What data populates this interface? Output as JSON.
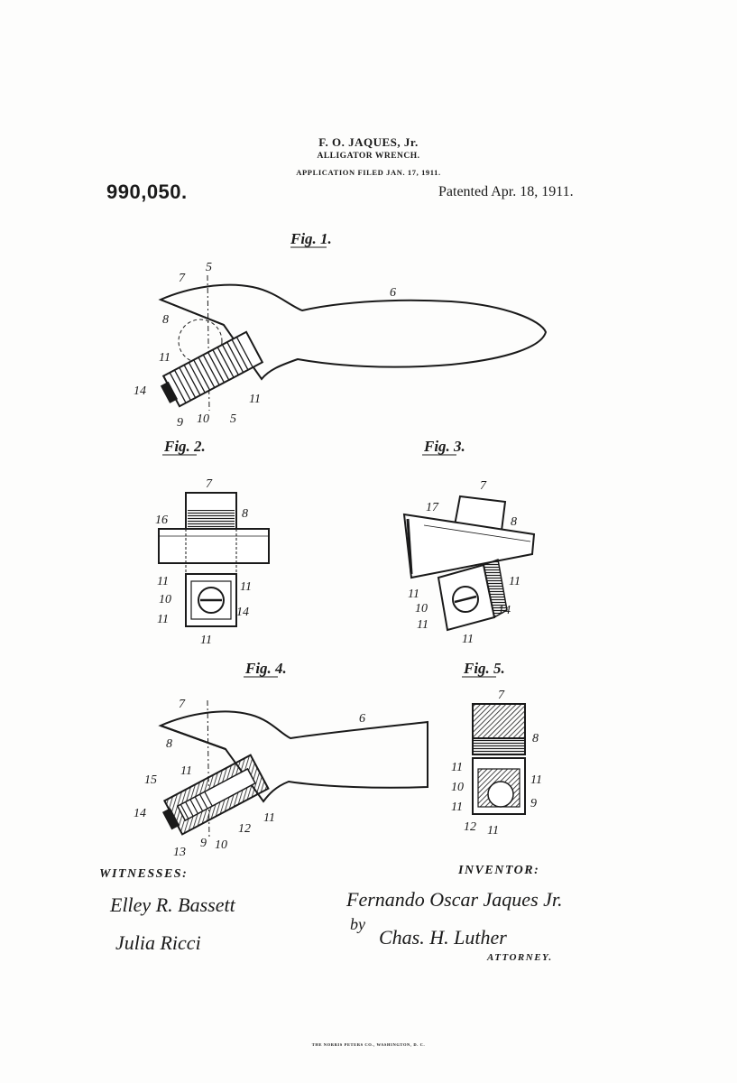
{
  "header": {
    "inventor_name": "F. O. JAQUES, Jr.",
    "title": "ALLIGATOR WRENCH.",
    "filed": "APPLICATION FILED JAN. 17, 1911.",
    "patent_number": "990,050.",
    "patent_date": "Patented Apr. 18, 1911."
  },
  "figures": {
    "fig1": {
      "label": "Fig. 1.",
      "refs": [
        "7",
        "5",
        "6",
        "8",
        "11",
        "14",
        "9",
        "10",
        "5",
        "11"
      ]
    },
    "fig2": {
      "label": "Fig. 2.",
      "refs": [
        "7",
        "16",
        "8",
        "11",
        "11",
        "10",
        "11",
        "14",
        "11"
      ]
    },
    "fig3": {
      "label": "Fig. 3.",
      "refs": [
        "7",
        "17",
        "8",
        "11",
        "11",
        "10",
        "14",
        "11",
        "11"
      ]
    },
    "fig4": {
      "label": "Fig. 4.",
      "refs": [
        "7",
        "6",
        "8",
        "11",
        "15",
        "14",
        "12",
        "11",
        "13",
        "9",
        "10"
      ]
    },
    "fig5": {
      "label": "Fig. 5.",
      "refs": [
        "7",
        "8",
        "11",
        "10",
        "11",
        "11",
        "9",
        "12",
        "11"
      ]
    }
  },
  "witnesses": {
    "caption": "WITNESSES:",
    "names": [
      "Elley R. Bassett",
      "Julia Ricci"
    ]
  },
  "inventor": {
    "caption": "INVENTOR:",
    "signature": "Fernando Oscar Jaques Jr.",
    "by": "by",
    "attorney_signature": "Chas. H. Luther",
    "attorney_caption": "ATTORNEY."
  },
  "footer": "THE NORRIS PETERS CO., WASHINGTON, D. C.",
  "colors": {
    "ink": "#1a1a1a",
    "paper": "#fdfdfc"
  }
}
